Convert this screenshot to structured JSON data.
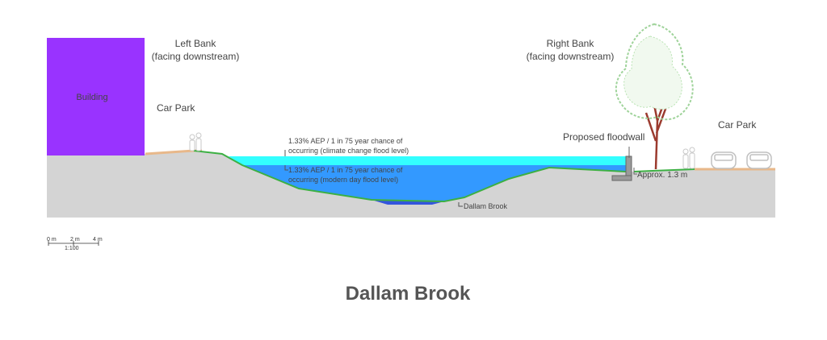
{
  "title": "Dallam Brook",
  "labels": {
    "building": "Building",
    "left_bank_line1": "Left Bank",
    "left_bank_line2": "(facing downstream)",
    "right_bank_line1": "Right  Bank",
    "right_bank_line2": "(facing downstream)",
    "car_park_left": "Car Park",
    "car_park_right": "Car Park",
    "proposed_floodwall": "Proposed floodwall",
    "approx_height": "Approx. 1.3 m",
    "climate_line1": "1.33% AEP / 1 in 75 year chance of",
    "climate_line2": "occurring (climate change flood level)",
    "modern_line1": "1.33% AEP / 1 in 75 year chance of",
    "modern_line2": "occurring (modern day flood level)",
    "brook": "Dallam Brook"
  },
  "scale_bar": {
    "ticks": [
      "0 m",
      "2 m",
      "4 m"
    ],
    "ratio": "1:100"
  },
  "colors": {
    "building": "#9933ff",
    "ground": "#d4d4d4",
    "bank_grass": "#3cb043",
    "climate_water": "#33ffff",
    "modern_water": "#3399ff",
    "brook_water": "#3355dd",
    "car_park_surface": "#e8b88a",
    "floodwall": "#9a9a9a"
  }
}
